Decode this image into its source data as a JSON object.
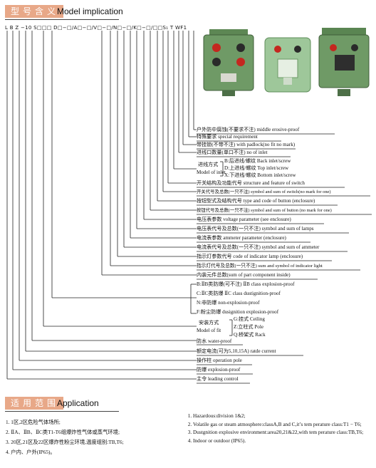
{
  "model": {
    "tag": "型号含义",
    "title": "Model implication",
    "code": "L B Z −10 S□□□ D□−□/A□−□/V□−□/N□−□/K□−□/□□S₁ T WF1"
  },
  "explanations": [
    "户外防中腐蚀(不要求不注) middle erosive-proof",
    "特殊要求 special requirement",
    "带挂锁(不带不注) with padlock(no fit no mark)",
    "进线口数量(单口不注) no of inlet",
    "开关结构及功能代号 structure and feature of switch",
    "开关代号及总数(一只不注) symbol and sum of switch(no mark for one)",
    "按钮型式及结构代号 type and code of button (enclosure)",
    "按钮代号及总数(一只不注) symbol and sum of button (no mark for one)",
    "电压表参数 voltage parameter (see enclosure)",
    "电压表代号及总数(一只不注) symbol and sum of lamps",
    "电流表参数 ammeter parameter (enclosure)",
    "电流表代号及总数(一只不注) symbol and sum of ammeter",
    "指示灯参数代号 code of indicator lamp (enclosure)",
    "指示灯代号及总数(一只不注) sum and symbol of indicator light",
    "内装元件总数(sum of part component inside)",
    "防水 water-proof",
    "额定电流(可为5,10,15A) ratde current",
    "操作柱 operation pole",
    "防爆 explosion-proof",
    "主令 leading control"
  ],
  "inlet": {
    "label_cn": "进线方式",
    "label_en": "Model of inlet",
    "options": [
      "B:后进线/螺纹  Back inlet/screw",
      "D:上进线/螺纹  Top inlet/screw",
      "X:下进线/螺纹  Bottom inlet/screw"
    ]
  },
  "explosion_class": [
    "B:ⅡB类防爆(可不注) ⅡB class explosion-proof",
    "C:ⅡC类防爆  ⅡC class dustignition-proof",
    "N:非防爆 non-explosion-proof",
    "F:粉尘防爆  dusignition explosion-proof"
  ],
  "fit": {
    "label_cn": "安装方式",
    "label_en": "Model of fit",
    "options": [
      "G:挂式  Ceiling",
      "Z:立柱式  Pole",
      "Q:桥架式  Rack"
    ]
  },
  "application": {
    "tag": "适用范围",
    "title": "Application",
    "cn": [
      "1. 1区,2区危险气体场所;",
      "2. ⅡA、ⅡB、ⅡC类T1-T6组爆炸性气体或蒸气环境;",
      "3. 20区,21区及22区爆炸性粉尘环境,温度组别:TB,T6;",
      "4. 户内、户外(IP65)。"
    ],
    "en": [
      "Hazardous:division 1&2;",
      "Volatile gas or steam atmosphere:classA,B and C,it’s tem perature class:T1 − T6;",
      "Dustgnition explosive environment:area20,21&22,with tem perature class:TB,T6;",
      "Indoor or outdoor (IP65)."
    ]
  },
  "colors": {
    "tag_bg": "#e8a888",
    "box_green": "#6f9a66",
    "box_green_light": "#9ec79a",
    "lamp_red": "#c4271f"
  }
}
